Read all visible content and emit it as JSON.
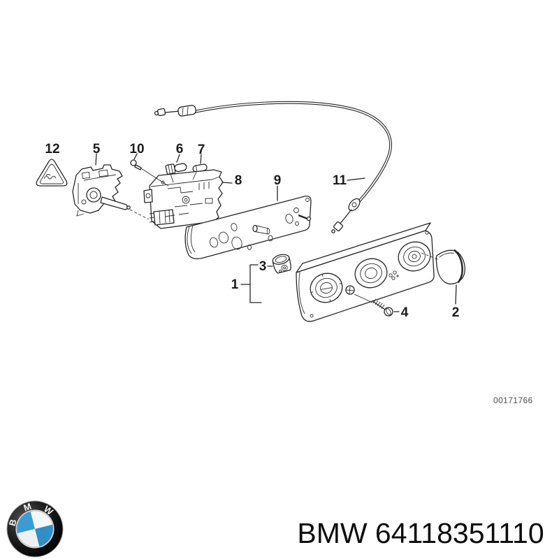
{
  "page": {
    "background_color": "#ffffff"
  },
  "diagram": {
    "type": "exploded-parts-diagram",
    "subject": "Heater control unit exploded view",
    "line_color": "#262626",
    "diagram_number": "00171766",
    "callouts": [
      {
        "label": "12"
      },
      {
        "label": "5"
      },
      {
        "label": "10"
      },
      {
        "label": "6"
      },
      {
        "label": "7"
      },
      {
        "label": "8"
      },
      {
        "label": "9"
      },
      {
        "label": "11"
      },
      {
        "label": "3"
      },
      {
        "label": "1"
      },
      {
        "label": "4"
      },
      {
        "label": "2"
      }
    ]
  },
  "footer": {
    "brand": "BMW",
    "part_label": "BMW 64118351110",
    "logo": {
      "letters": [
        "B",
        "M",
        "W"
      ],
      "ring_color": "#141414",
      "blue": "#3d9bd4",
      "blue_dark": "#2f8fc6",
      "white": "#f4f7f9"
    }
  }
}
